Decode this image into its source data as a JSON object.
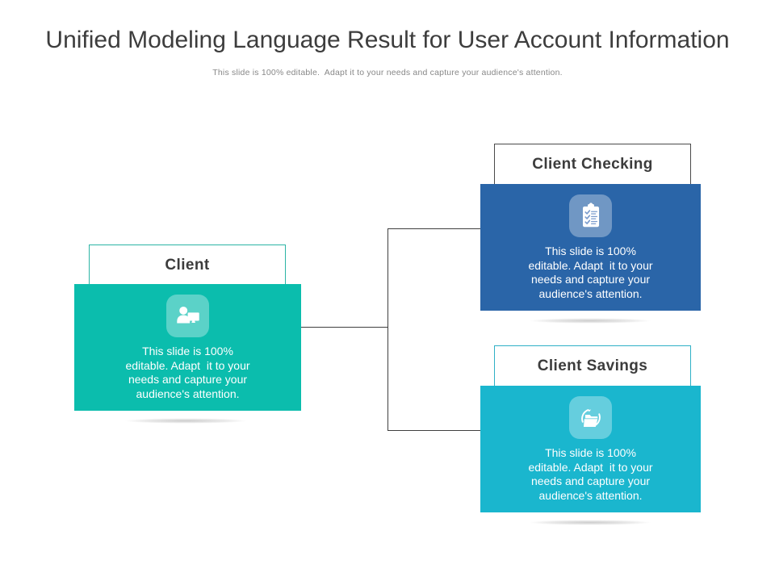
{
  "slide": {
    "title": "Unified Modeling Language Result for User Account Information",
    "subtitle": "This slide is 100% editable.  Adapt it to your needs and capture your audience's attention."
  },
  "colors": {
    "teal": "#0bbdad",
    "blue": "#2a65a8",
    "cyan": "#1ab6ce",
    "line": "#3f3f3f",
    "border-teal": "#2cb4a5",
    "border-dark": "#4a4a4a",
    "border-cyan": "#2fb0c6"
  },
  "nodes": {
    "client": {
      "label": "Client",
      "icon": "user-monitor-icon",
      "body_lines": [
        "This slide is 100%",
        "editable. Adapt  it to your",
        "needs and capture your",
        "audience's attention."
      ]
    },
    "checking": {
      "label": "Client Checking",
      "icon": "clipboard-checklist-icon",
      "body_lines": [
        "This slide is 100%",
        "editable. Adapt  it to your",
        "needs and capture your",
        "audience's attention."
      ]
    },
    "savings": {
      "label": "Client Savings",
      "icon": "folder-sync-icon",
      "body_lines": [
        "This slide is 100%",
        "editable. Adapt  it to your",
        "needs and capture your",
        "audience's attention."
      ]
    }
  }
}
